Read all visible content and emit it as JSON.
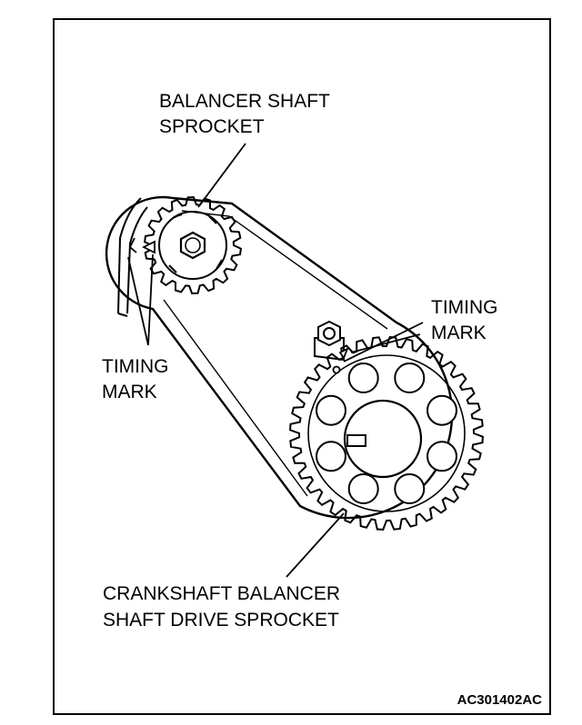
{
  "labels": {
    "balancer_line1": "BALANCER SHAFT",
    "balancer_line2": "SPROCKET",
    "timing_right_line1": "TIMING",
    "timing_right_line2": "MARK",
    "timing_left_line1": "TIMING",
    "timing_left_line2": "MARK",
    "crank_line1": "CRANKSHAFT BALANCER",
    "crank_line2": "SHAFT DRIVE SPROCKET"
  },
  "figure_code": "AC301402AC",
  "colors": {
    "ink": "#000000",
    "paper": "#ffffff"
  }
}
